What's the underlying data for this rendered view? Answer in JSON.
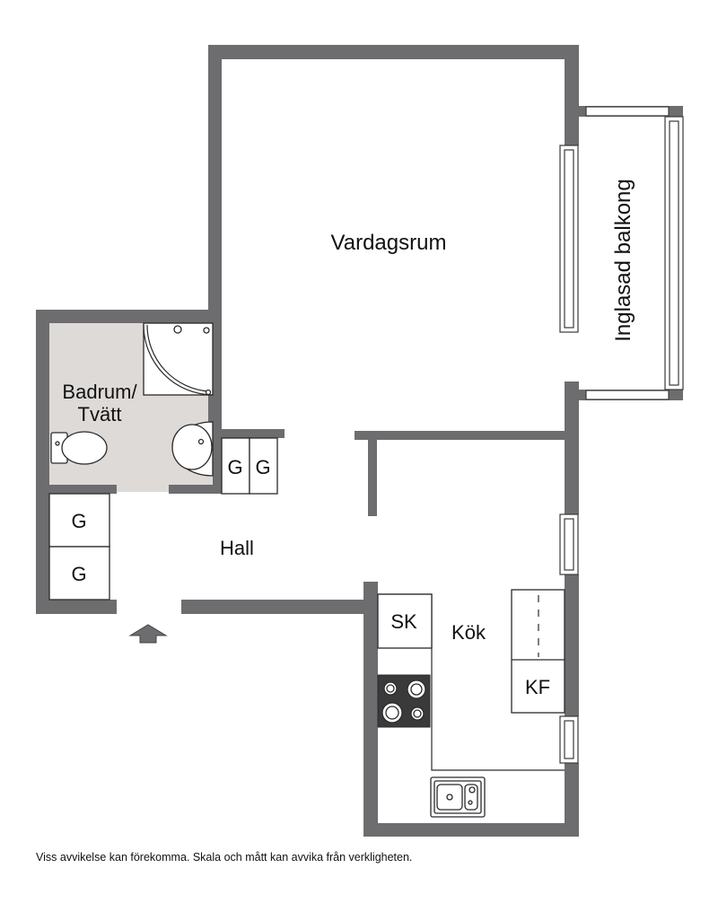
{
  "rooms": {
    "living_room": "Vardagsrum",
    "balcony": "Inglasad balkong",
    "bathroom_line1": "Badrum/",
    "bathroom_line2": "Tvätt",
    "hall": "Hall",
    "kitchen": "Kök"
  },
  "fixtures": {
    "wardrobe_label": "G",
    "cabinet_sk": "SK",
    "fridge_freezer": "KF"
  },
  "disclaimer": "Viss avvikelse kan förekomma. Skala och mått kan avvika från verkligheten.",
  "colors": {
    "wall": "#6d6d6f",
    "bathroom_floor": "#dedad7",
    "stove": "#3a3a3a"
  }
}
